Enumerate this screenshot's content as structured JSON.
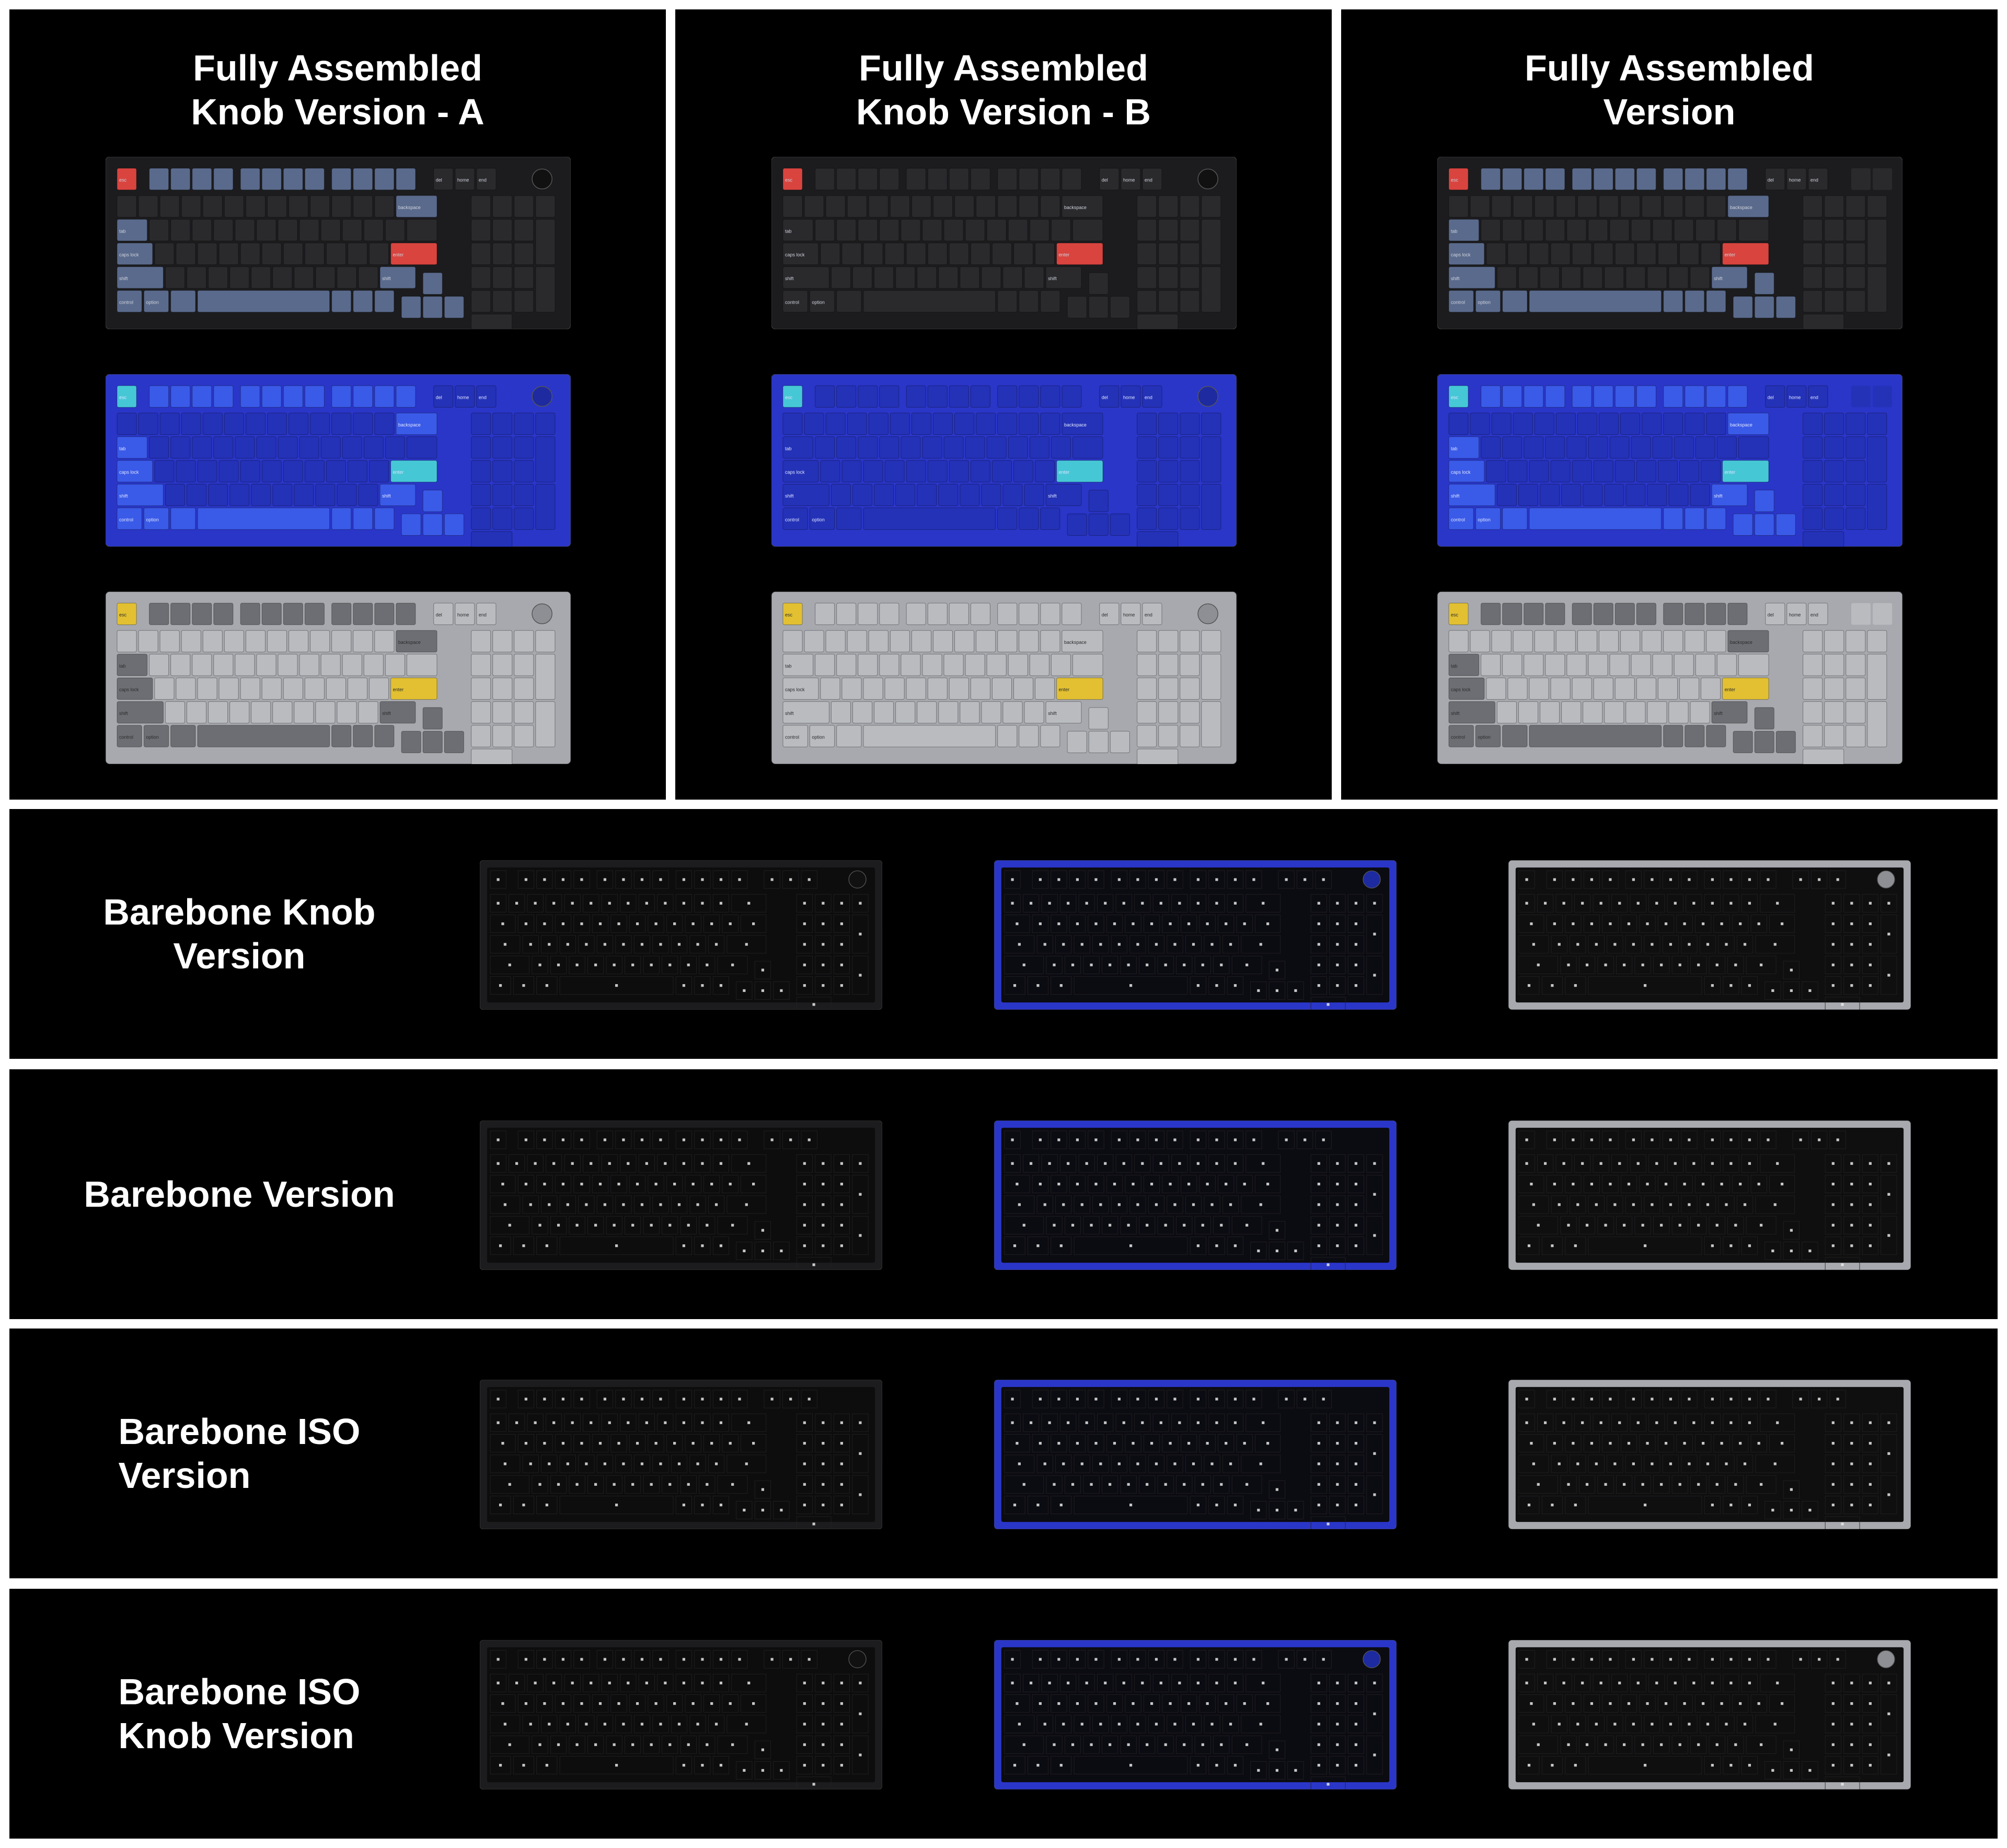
{
  "panels": [
    {
      "title_line1": "Fully Assembled",
      "title_line2": "Knob Version - A"
    },
    {
      "title_line1": "Fully Assembled",
      "title_line2": "Knob Version - B"
    },
    {
      "title_line1": "Fully Assembled",
      "title_line2": "Version"
    }
  ],
  "key_legends": {
    "esc": "esc",
    "backspace": "backspace",
    "tab": "tab",
    "caps": "caps lock",
    "enter": "enter",
    "shift": "shift",
    "control": "control",
    "option": "option",
    "del": "del",
    "home": "home",
    "end": "end"
  },
  "rows": [
    {
      "label_line1": "Barebone Knob",
      "label_line2": "Version",
      "align": "center"
    },
    {
      "label_line1": "Barebone Version",
      "label_line2": "",
      "align": "center"
    },
    {
      "label_line1": "Barebone ISO",
      "label_line2": "Version",
      "align": "left"
    },
    {
      "label_line1": "Barebone ISO",
      "label_line2": "Knob Version",
      "align": "left"
    }
  ],
  "colors": {
    "black_frame": "#1c1c1e",
    "blue_frame": "#2a36c8",
    "silver_frame": "#a7a9ae",
    "black_accent": "#d9443f",
    "blue_accent": "#46c7d6",
    "silver_accent": "#e2c031"
  }
}
